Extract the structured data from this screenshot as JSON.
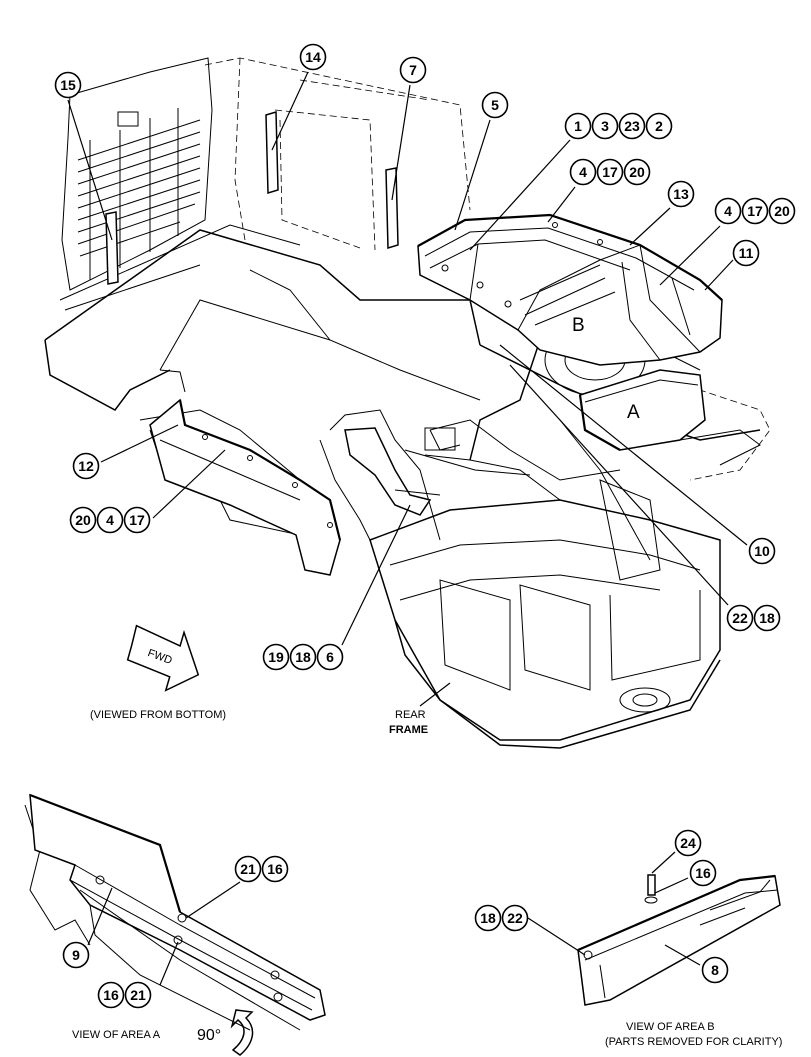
{
  "labels": {
    "viewed_from_bottom": "(VIEWED FROM BOTTOM)",
    "rear": "REAR",
    "frame": "FRAME",
    "fwd": "FWD",
    "view_area_a": "VIEW OF AREA  A",
    "rotation": "90°",
    "view_area_b": "VIEW OF AREA B",
    "parts_removed": "(PARTS REMOVED FOR CLARITY)",
    "area_a": "A",
    "area_b": "B"
  },
  "callouts": [
    {
      "id": "15",
      "numbers": [
        "15"
      ]
    },
    {
      "id": "14",
      "numbers": [
        "14"
      ]
    },
    {
      "id": "7",
      "numbers": [
        "7"
      ]
    },
    {
      "id": "5",
      "numbers": [
        "5"
      ]
    },
    {
      "id": "1-3-23-2",
      "numbers": [
        "1",
        "3",
        "23",
        "2"
      ]
    },
    {
      "id": "4-17-20-upper",
      "numbers": [
        "4",
        "17",
        "20"
      ]
    },
    {
      "id": "13",
      "numbers": [
        "13"
      ]
    },
    {
      "id": "4-17-20-right",
      "numbers": [
        "4",
        "17",
        "20"
      ]
    },
    {
      "id": "11",
      "numbers": [
        "11"
      ]
    },
    {
      "id": "12",
      "numbers": [
        "12"
      ]
    },
    {
      "id": "20-4-17",
      "numbers": [
        "20",
        "4",
        "17"
      ]
    },
    {
      "id": "10",
      "numbers": [
        "10"
      ]
    },
    {
      "id": "22-18",
      "numbers": [
        "22",
        "18"
      ]
    },
    {
      "id": "19-18-6",
      "numbers": [
        "19",
        "18",
        "6"
      ]
    },
    {
      "id": "21-16",
      "numbers": [
        "21",
        "16"
      ]
    },
    {
      "id": "9",
      "numbers": [
        "9"
      ]
    },
    {
      "id": "16-21",
      "numbers": [
        "16",
        "21"
      ]
    },
    {
      "id": "24",
      "numbers": [
        "24"
      ]
    },
    {
      "id": "16-b",
      "numbers": [
        "16"
      ]
    },
    {
      "id": "18-22",
      "numbers": [
        "18",
        "22"
      ]
    },
    {
      "id": "8",
      "numbers": [
        "8"
      ]
    }
  ]
}
